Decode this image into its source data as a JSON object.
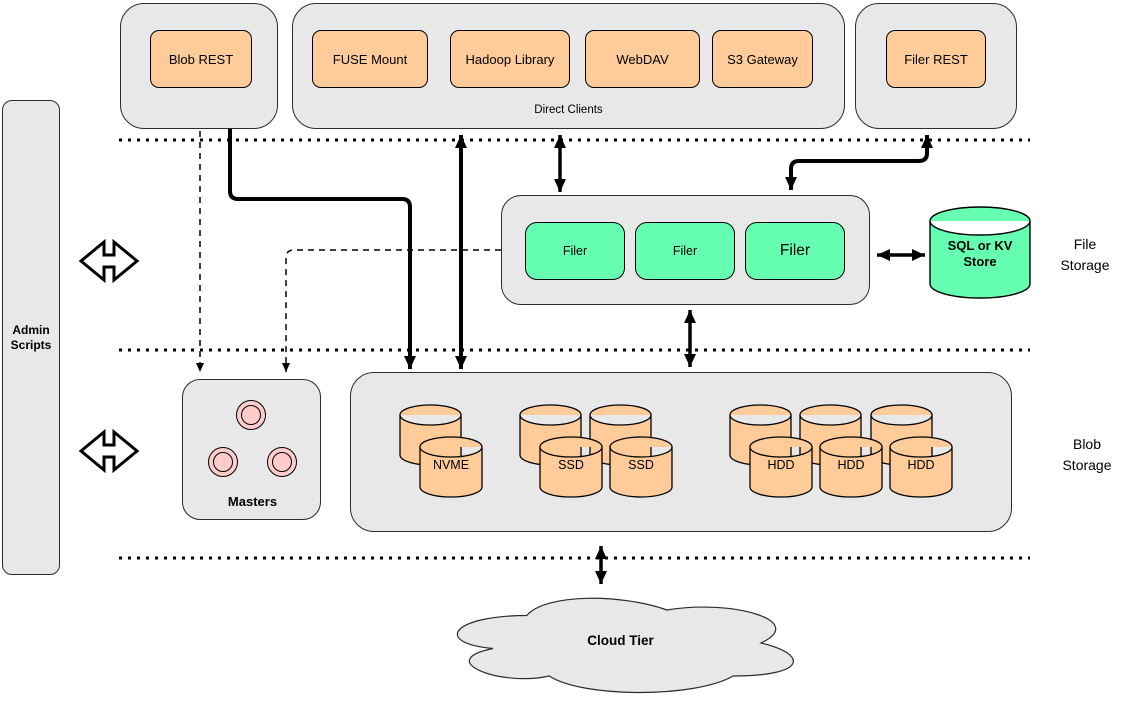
{
  "colors": {
    "container-gray": "#E8E8E8",
    "node-orange": "#FFCC99",
    "node-green": "#66FFB2",
    "node-pink": "#FFCCCC",
    "line-black": "#000000"
  },
  "admin": {
    "label": "Admin Scripts"
  },
  "top": {
    "blob_rest": "Blob REST",
    "direct_clients_label": "Direct Clients",
    "clients": [
      "FUSE Mount",
      "Hadoop Library",
      "WebDAV",
      "S3 Gateway"
    ],
    "filer_rest": "Filer REST"
  },
  "file_storage": {
    "filers": [
      "Filer",
      "Filer",
      "Filer"
    ],
    "sql_store": "SQL or KV Store",
    "label": "File Storage"
  },
  "blob_storage": {
    "masters": "Masters",
    "nvme": "NVME",
    "ssd": "SSD",
    "hdd": "HDD",
    "label": "Blob Storage"
  },
  "cloud": {
    "label": "Cloud Tier"
  }
}
